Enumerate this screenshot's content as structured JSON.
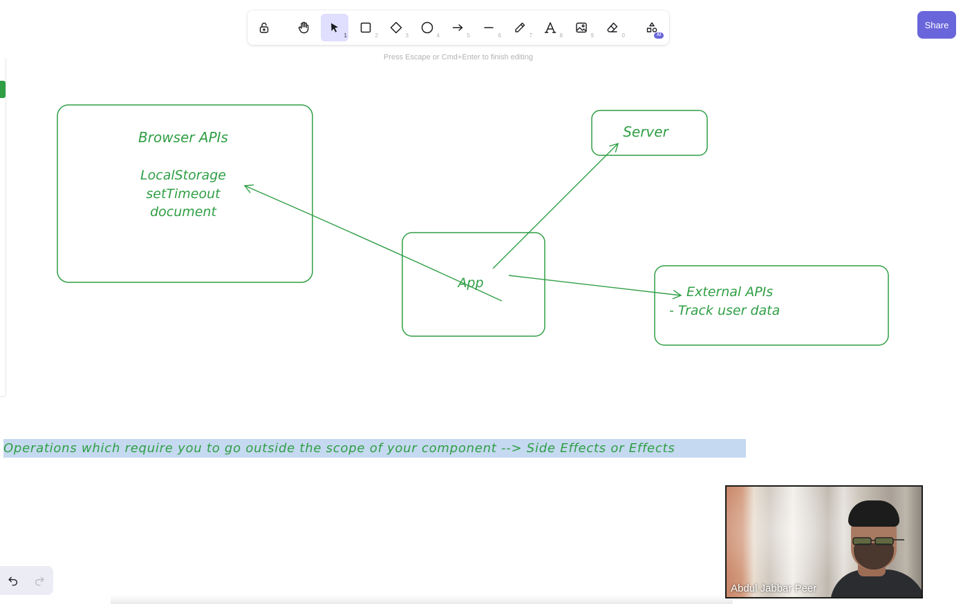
{
  "toolbar": {
    "tools": [
      {
        "name": "lock",
        "icon": "lock-icon",
        "key": ""
      },
      {
        "name": "hand",
        "icon": "hand-icon",
        "key": ""
      },
      {
        "name": "selection",
        "icon": "cursor-arrow-icon",
        "key": "1",
        "active": true
      },
      {
        "name": "rectangle",
        "icon": "rectangle-icon",
        "key": "2"
      },
      {
        "name": "diamond",
        "icon": "diamond-icon",
        "key": "3"
      },
      {
        "name": "ellipse",
        "icon": "ellipse-icon",
        "key": "4"
      },
      {
        "name": "arrow",
        "icon": "arrow-icon",
        "key": "5"
      },
      {
        "name": "line",
        "icon": "line-icon",
        "key": "6"
      },
      {
        "name": "draw",
        "icon": "pencil-icon",
        "key": "7"
      },
      {
        "name": "text",
        "icon": "text-icon",
        "key": "8"
      },
      {
        "name": "image",
        "icon": "image-icon",
        "key": "9"
      },
      {
        "name": "eraser",
        "icon": "eraser-icon",
        "key": "0"
      },
      {
        "name": "extra-tools",
        "icon": "shapes-icon",
        "key": "",
        "badge": "AI"
      }
    ]
  },
  "hint": "Press Escape or Cmd+Enter to finish editing",
  "share_label": "Share",
  "canvas": {
    "stroke_color": "#2f9e44",
    "highlight_color": "#c5d9f0",
    "browser_box": {
      "title": "Browser APIs",
      "lines": [
        "LocalStorage",
        "setTimeout",
        "document"
      ]
    },
    "server_box": {
      "label": "Server"
    },
    "app_box": {
      "label": "App"
    },
    "external_box": {
      "line1": "External APIs",
      "line2": "- Track user data"
    },
    "caption": "Operations which require you to go outside the scope of your component --> Side Effects or Effects"
  },
  "video": {
    "participant_name": "Abdul Jabbar Peer"
  },
  "accent_color": "#6965db"
}
